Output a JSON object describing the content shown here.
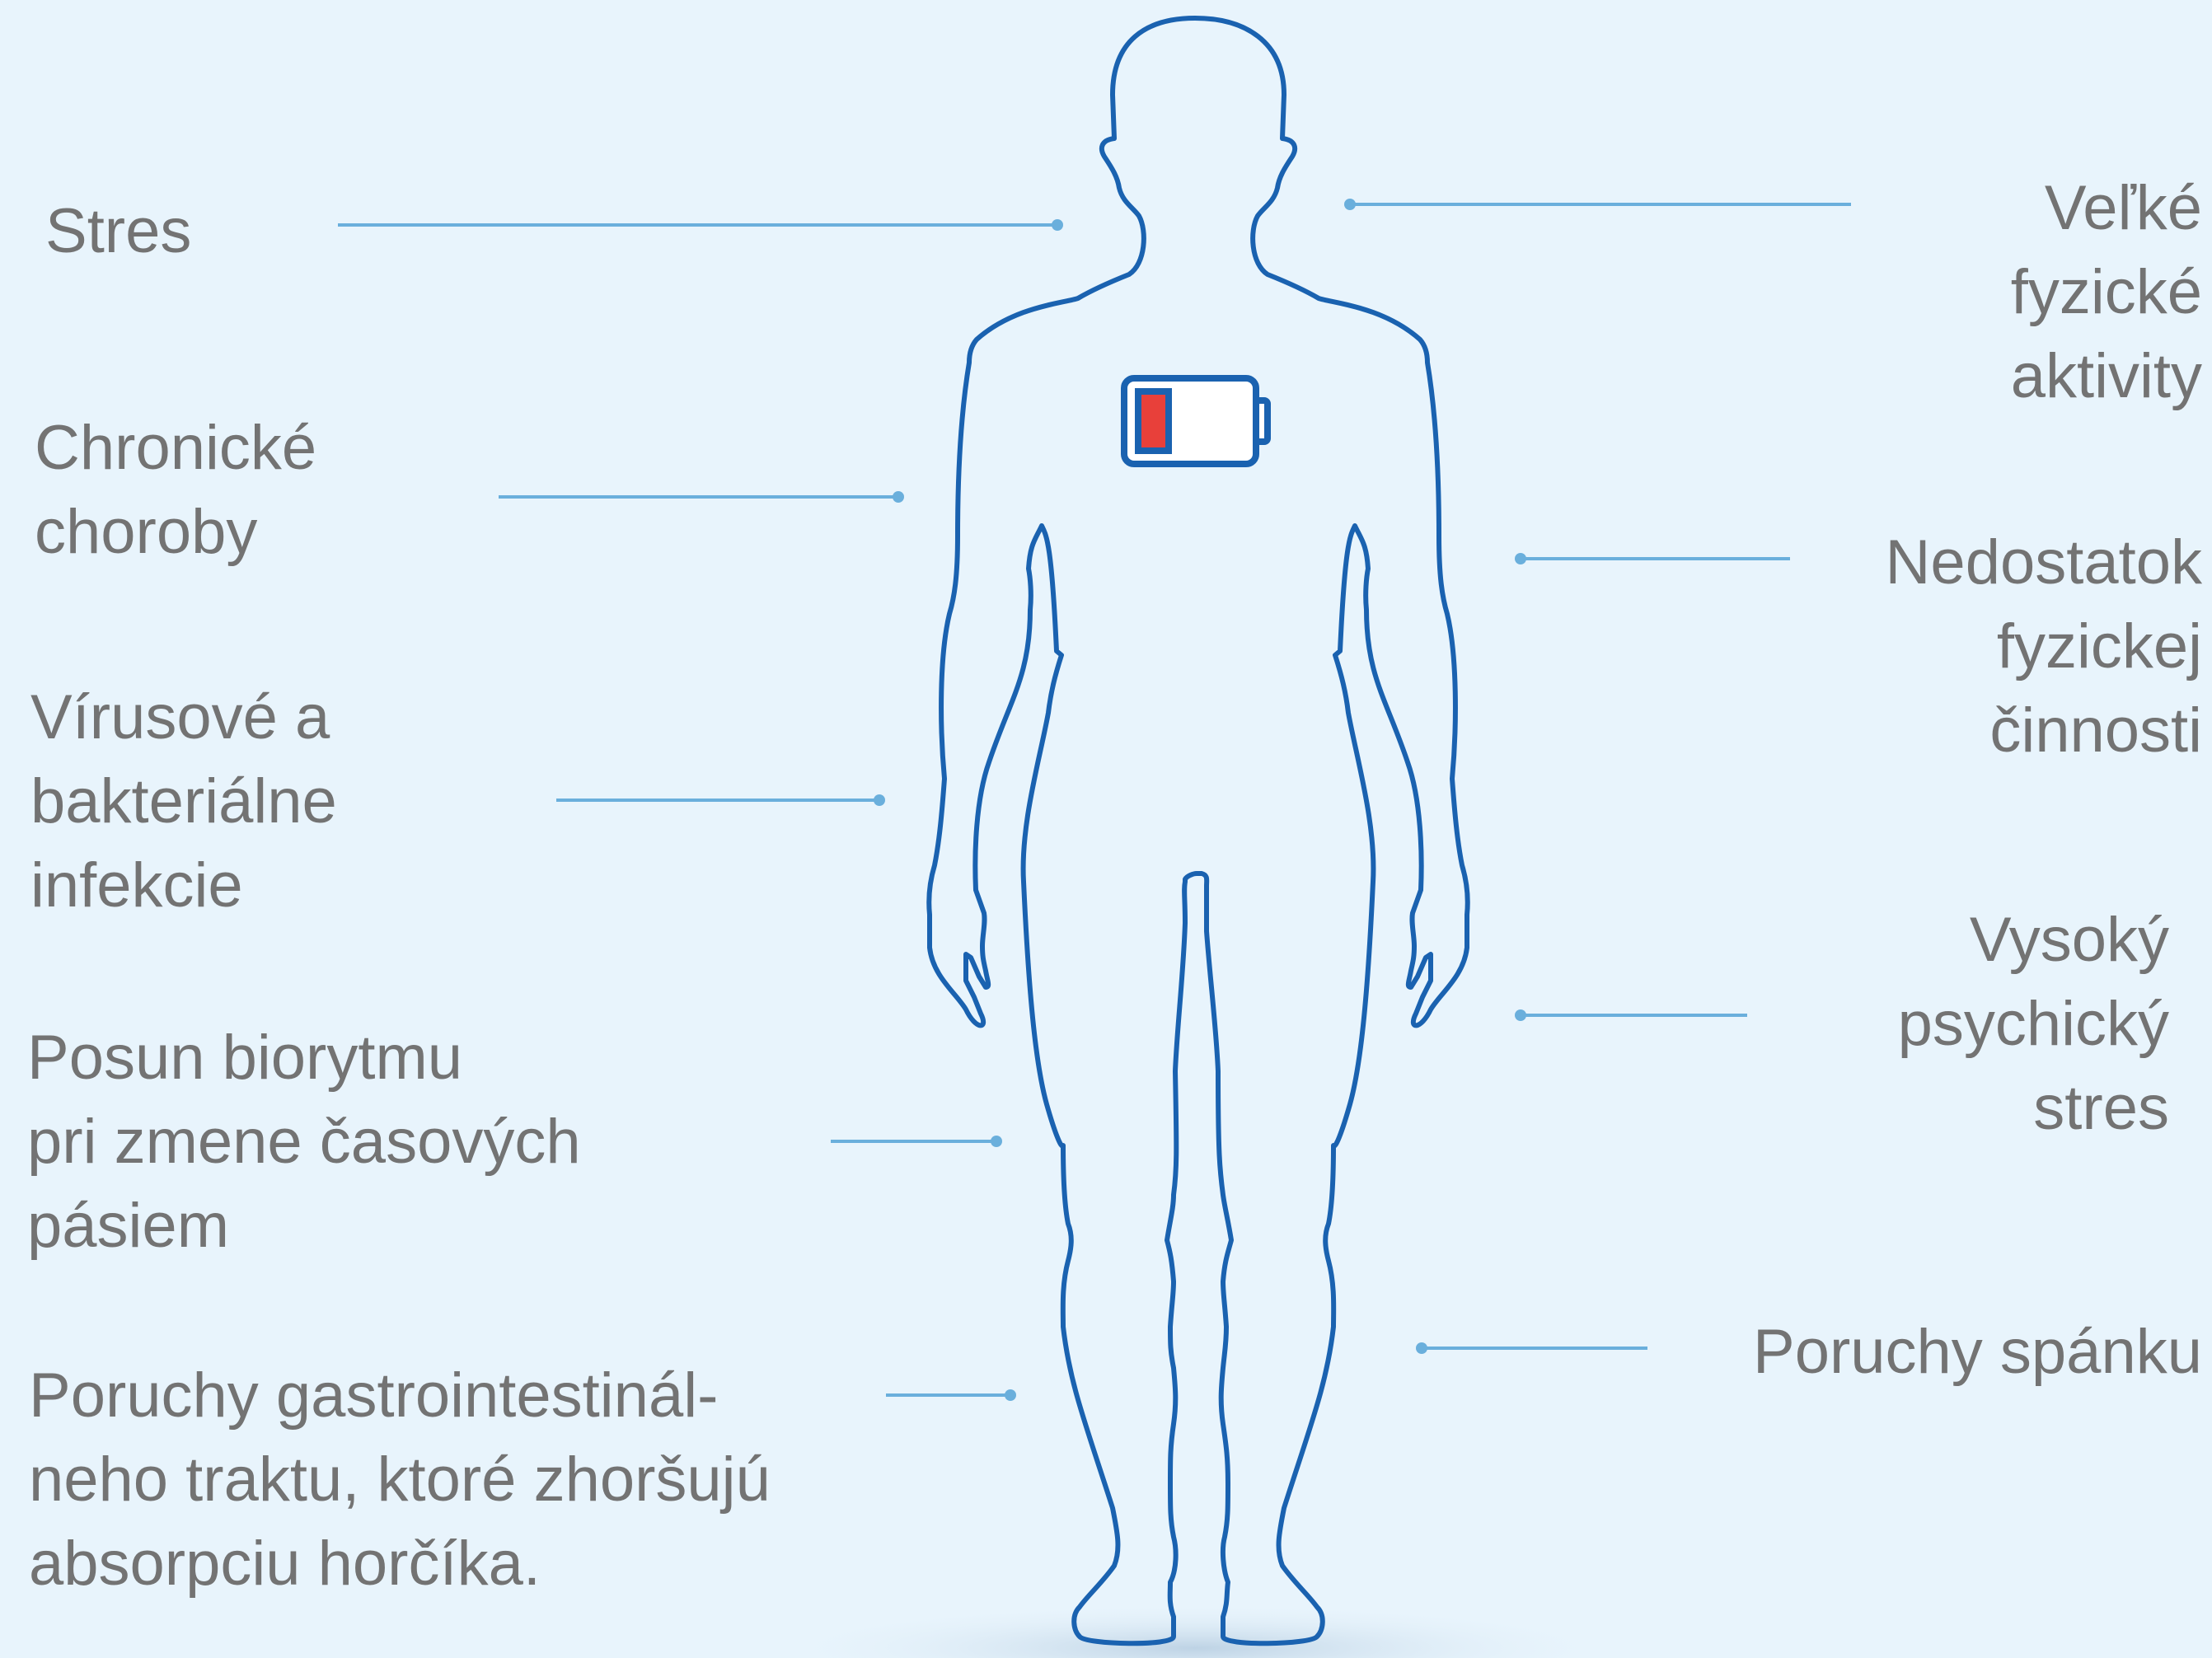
{
  "factors_left": [
    {
      "text": "Stres"
    },
    {
      "text": "Chronické\nchoroby"
    },
    {
      "text": "Vírusové a\nbakteriálne\ninfekcie"
    },
    {
      "text": "Posun biorytmu\npri zmene časových\npásiem"
    },
    {
      "text": "Poruchy gastrointestinál-\nneho traktu, ktoré zhoršujú\nabsorpciu horčíka."
    }
  ],
  "factors_right": [
    {
      "text": "Veľké\nfyzické\naktivity"
    },
    {
      "text": "Nedostatok\nfyzickej\nčinnosti"
    },
    {
      "text": "Vysoký\npsychický\nstres"
    },
    {
      "text": "Poruchy spánku"
    }
  ],
  "colors": {
    "background": "#e8f4fc",
    "body_outline": "#1a62b0",
    "leader_line": "#6aafdc",
    "text": "#737373",
    "battery_level": "#e8403a"
  },
  "icons": {
    "body": "human-body-outline-icon",
    "battery": "low-battery-icon"
  }
}
